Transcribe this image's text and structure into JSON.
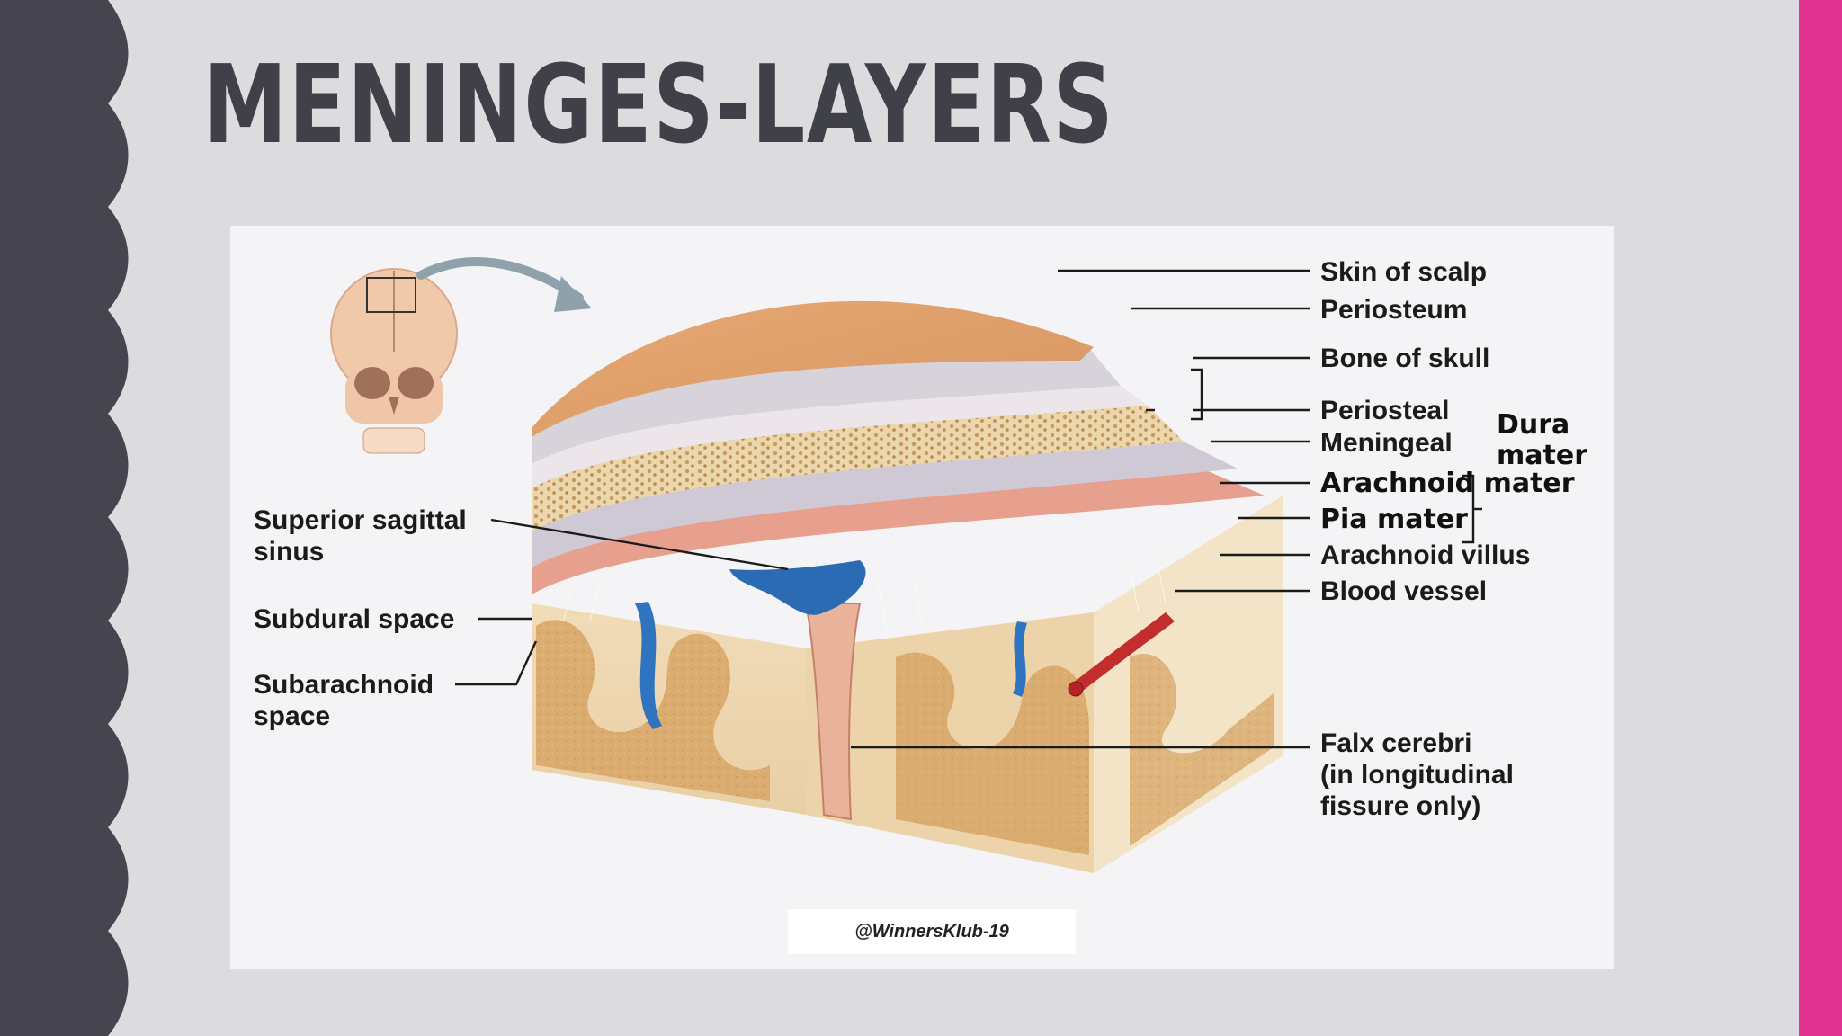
{
  "slide": {
    "title": "MENINGES-LAYERS",
    "colors": {
      "background": "#dcdcdf",
      "left_band": "#45444f",
      "right_band": "#e0328e",
      "title": "#404049"
    }
  },
  "figure": {
    "labels_left": {
      "superior_sagittal_sinus": [
        "Superior sagittal",
        "sinus"
      ],
      "subdural_space": "Subdural space",
      "subarachnoid_space": [
        "Subarachnoid",
        "space"
      ]
    },
    "labels_right": {
      "skin_of_scalp": "Skin of scalp",
      "periosteum": "Periosteum",
      "bone_of_skull": "Bone of skull",
      "periosteal": "Periosteal",
      "meningeal": "Meningeal",
      "dura_mater": [
        "Dura",
        "mater"
      ],
      "arachnoid_mater": "Arachnoid mater",
      "pia_mater": "Pia mater",
      "arachnoid_villus": "Arachnoid villus",
      "blood_vessel": "Blood vessel",
      "falx_cerebri": [
        "Falx cerebri",
        "(in longitudinal",
        "fissure only)"
      ]
    },
    "credit": "@WinnersKlub-19"
  }
}
